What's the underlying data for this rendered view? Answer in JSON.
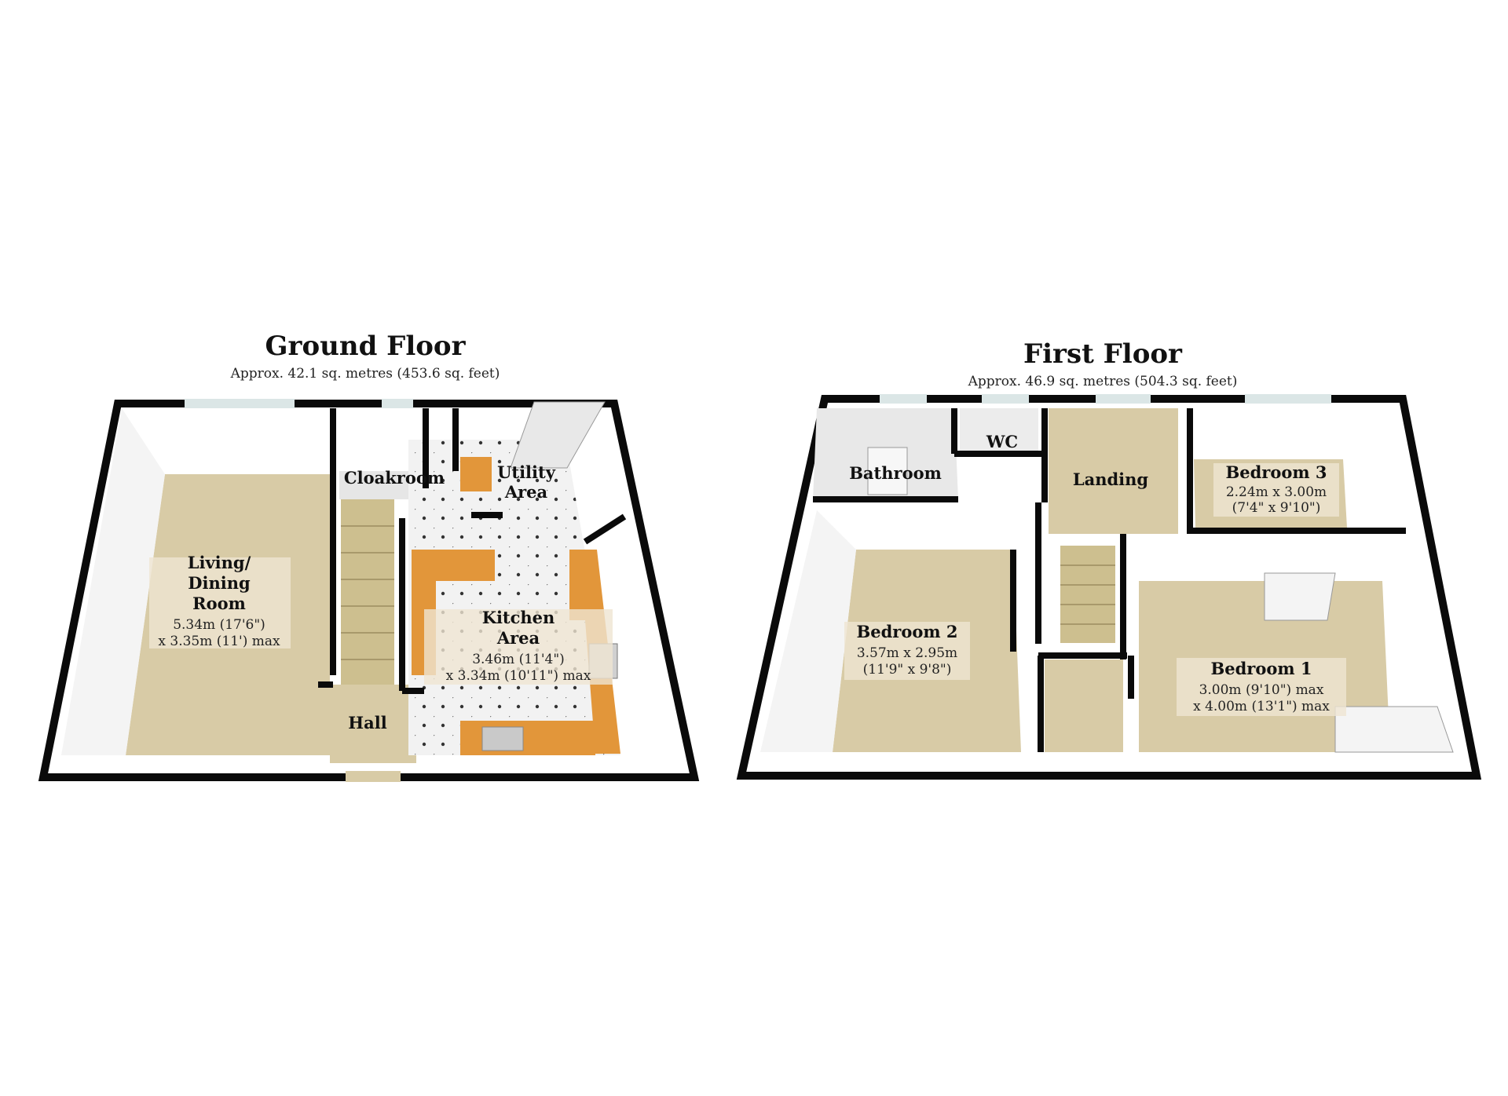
{
  "ground_floor": {
    "title": "Ground Floor",
    "area": "Approx. 42.1 sq. metres (453.6 sq. feet)",
    "rooms": {
      "living": {
        "name_l1": "Living/",
        "name_l2": "Dining",
        "name_l3": "Room",
        "dim_l1": "5.34m (17'6\")",
        "dim_l2": "x 3.35m (11') max"
      },
      "cloakroom": {
        "name": "Cloakroom"
      },
      "utility": {
        "name_l1": "Utility",
        "name_l2": "Area"
      },
      "kitchen": {
        "name_l1": "Kitchen",
        "name_l2": "Area",
        "dim_l1": "3.46m (11'4\")",
        "dim_l2": "x 3.34m (10'11\") max"
      },
      "hall": {
        "name": "Hall"
      }
    }
  },
  "first_floor": {
    "title": "First Floor",
    "area": "Approx. 46.9 sq. metres (504.3 sq. feet)",
    "rooms": {
      "bathroom": {
        "name": "Bathroom"
      },
      "wc": {
        "name": "WC"
      },
      "landing": {
        "name": "Landing"
      },
      "bedroom3": {
        "name": "Bedroom 3",
        "dim_l1": "2.24m x 3.00m",
        "dim_l2": "(7'4\" x 9'10\")"
      },
      "bedroom2": {
        "name": "Bedroom 2",
        "dim_l1": "3.57m x 2.95m",
        "dim_l2": "(11'9\" x 9'8\")"
      },
      "bedroom1": {
        "name": "Bedroom 1",
        "dim_l1": "3.00m (9'10\") max",
        "dim_l2": "x 4.00m (13'1\") max"
      }
    }
  },
  "colors": {
    "wall": "#0a0a0a",
    "wall_face": "#f4f4f4",
    "carpet": "#d8cba6",
    "worktop": "#e2963a",
    "tile": "#f2f2f2",
    "label_bg": "#efe5d2"
  }
}
